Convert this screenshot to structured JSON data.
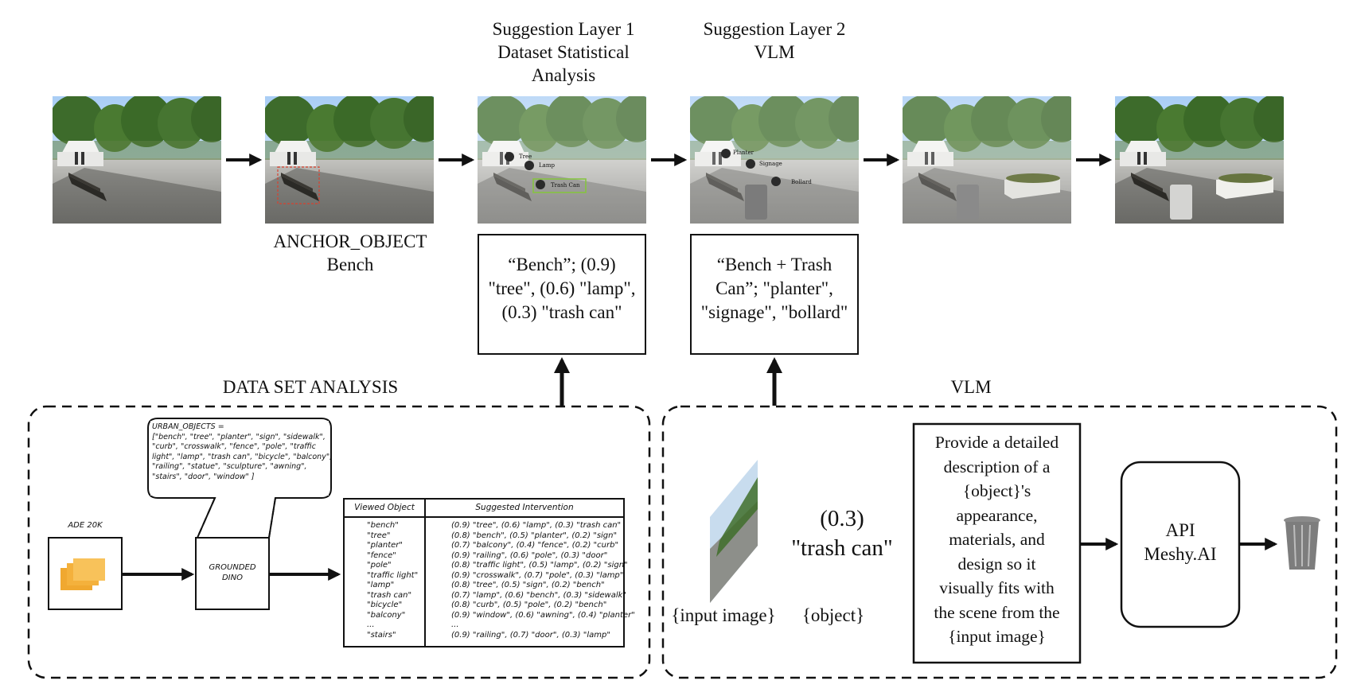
{
  "colors": {
    "ink": "#111111",
    "folder": "#f4b13c",
    "sky": "#c8e0ff",
    "tree": "#3f6f2a",
    "ground": "#a9aaa8"
  },
  "icons": [
    "folder-icon",
    "trash-can-icon",
    "arrow-right-icon",
    "arrow-up-icon"
  ],
  "top": {
    "layer1_title": [
      "Suggestion Layer 1",
      "Dataset Statistical",
      "Analysis"
    ],
    "layer2_title": [
      "Suggestion Layer 2",
      "VLM"
    ],
    "anchor_label": [
      "ANCHOR_OBJECT",
      "Bench"
    ],
    "layer1_objects": [
      "Tree",
      "Lamp",
      "Trash Can"
    ],
    "layer2_objects": [
      "Planter",
      "Signage",
      "Bollard"
    ],
    "layer1_box": [
      "“Bench”; (0.9)",
      "\"tree\", (0.6) \"lamp\",",
      "(0.3) \"trash can\""
    ],
    "layer2_box": [
      "“Bench + Trash",
      "Can”; \"planter\",",
      "\"signage\", \"bollard\""
    ]
  },
  "dataset": {
    "title": "DATA SET ANALYSIS",
    "ade_label": "ADE 20K",
    "dino_label": [
      "GROUNDED",
      "DINO"
    ],
    "urban_objects": [
      "URBAN_OBJECTS =",
      "[\"bench\", \"tree\", \"planter\", \"sign\", \"sidewalk\",",
      "\"curb\", \"crosswalk\", \"fence\", \"pole\", \"traffic",
      "light\", \"lamp\", \"trash can\", \"bicycle\", \"balcony\",",
      "\"railing\", \"statue\", \"sculpture\", \"awning\",",
      "\"stairs\", \"door\", \"window\" ]"
    ],
    "table_headers": [
      "Viewed Object",
      "Suggested Intervention"
    ],
    "viewed_objects": [
      "\"bench\"",
      "\"tree\"",
      "\"planter\"",
      "\"fence\"",
      "\"pole\"",
      "\"traffic light\"",
      "\"lamp\"",
      "\"trash can\"",
      "\"bicycle\"",
      "\"balcony\"",
      "...",
      "\"stairs\""
    ],
    "interventions": [
      "(0.9) \"tree\", (0.6) \"lamp\", (0.3) \"trash can\"",
      "(0.8) \"bench\", (0.5) \"planter\", (0.2) \"sign\"",
      "(0.7) \"balcony\", (0.4) \"fence\", (0.2) \"curb\"",
      "(0.9) \"railing\", (0.6) \"pole\", (0.3) \"door\"",
      "(0.8) \"traffic light\", (0.5) \"lamp\", (0.2) \"sign\"",
      "(0.9) \"crosswalk\", (0.7) \"pole\", (0.3) \"lamp\"",
      "(0.8) \"tree\", (0.5) \"sign\", (0.2) \"bench\"",
      "(0.7) \"lamp\", (0.6) \"bench\", (0.3) \"sidewalk\"",
      "(0.8) \"curb\", (0.5) \"pole\", (0.2) \"bench\"",
      "(0.9) \"window\", (0.6) \"awning\", (0.4) \"planter\"",
      "...",
      "(0.9) \"railing\", (0.7) \"door\", (0.3) \"lamp\""
    ]
  },
  "vlm": {
    "title": "VLM",
    "score": [
      "(0.3)",
      "\"trash can\""
    ],
    "input_image_label": "{input image}",
    "object_label": "{object}",
    "prompt": [
      "Provide a detailed",
      "description of a",
      "{object}'s",
      "appearance,",
      "materials, and",
      "design so it",
      "visually fits with",
      "the scene from the",
      "{input image}"
    ],
    "api_label": [
      "API",
      "Meshy.AI"
    ]
  }
}
